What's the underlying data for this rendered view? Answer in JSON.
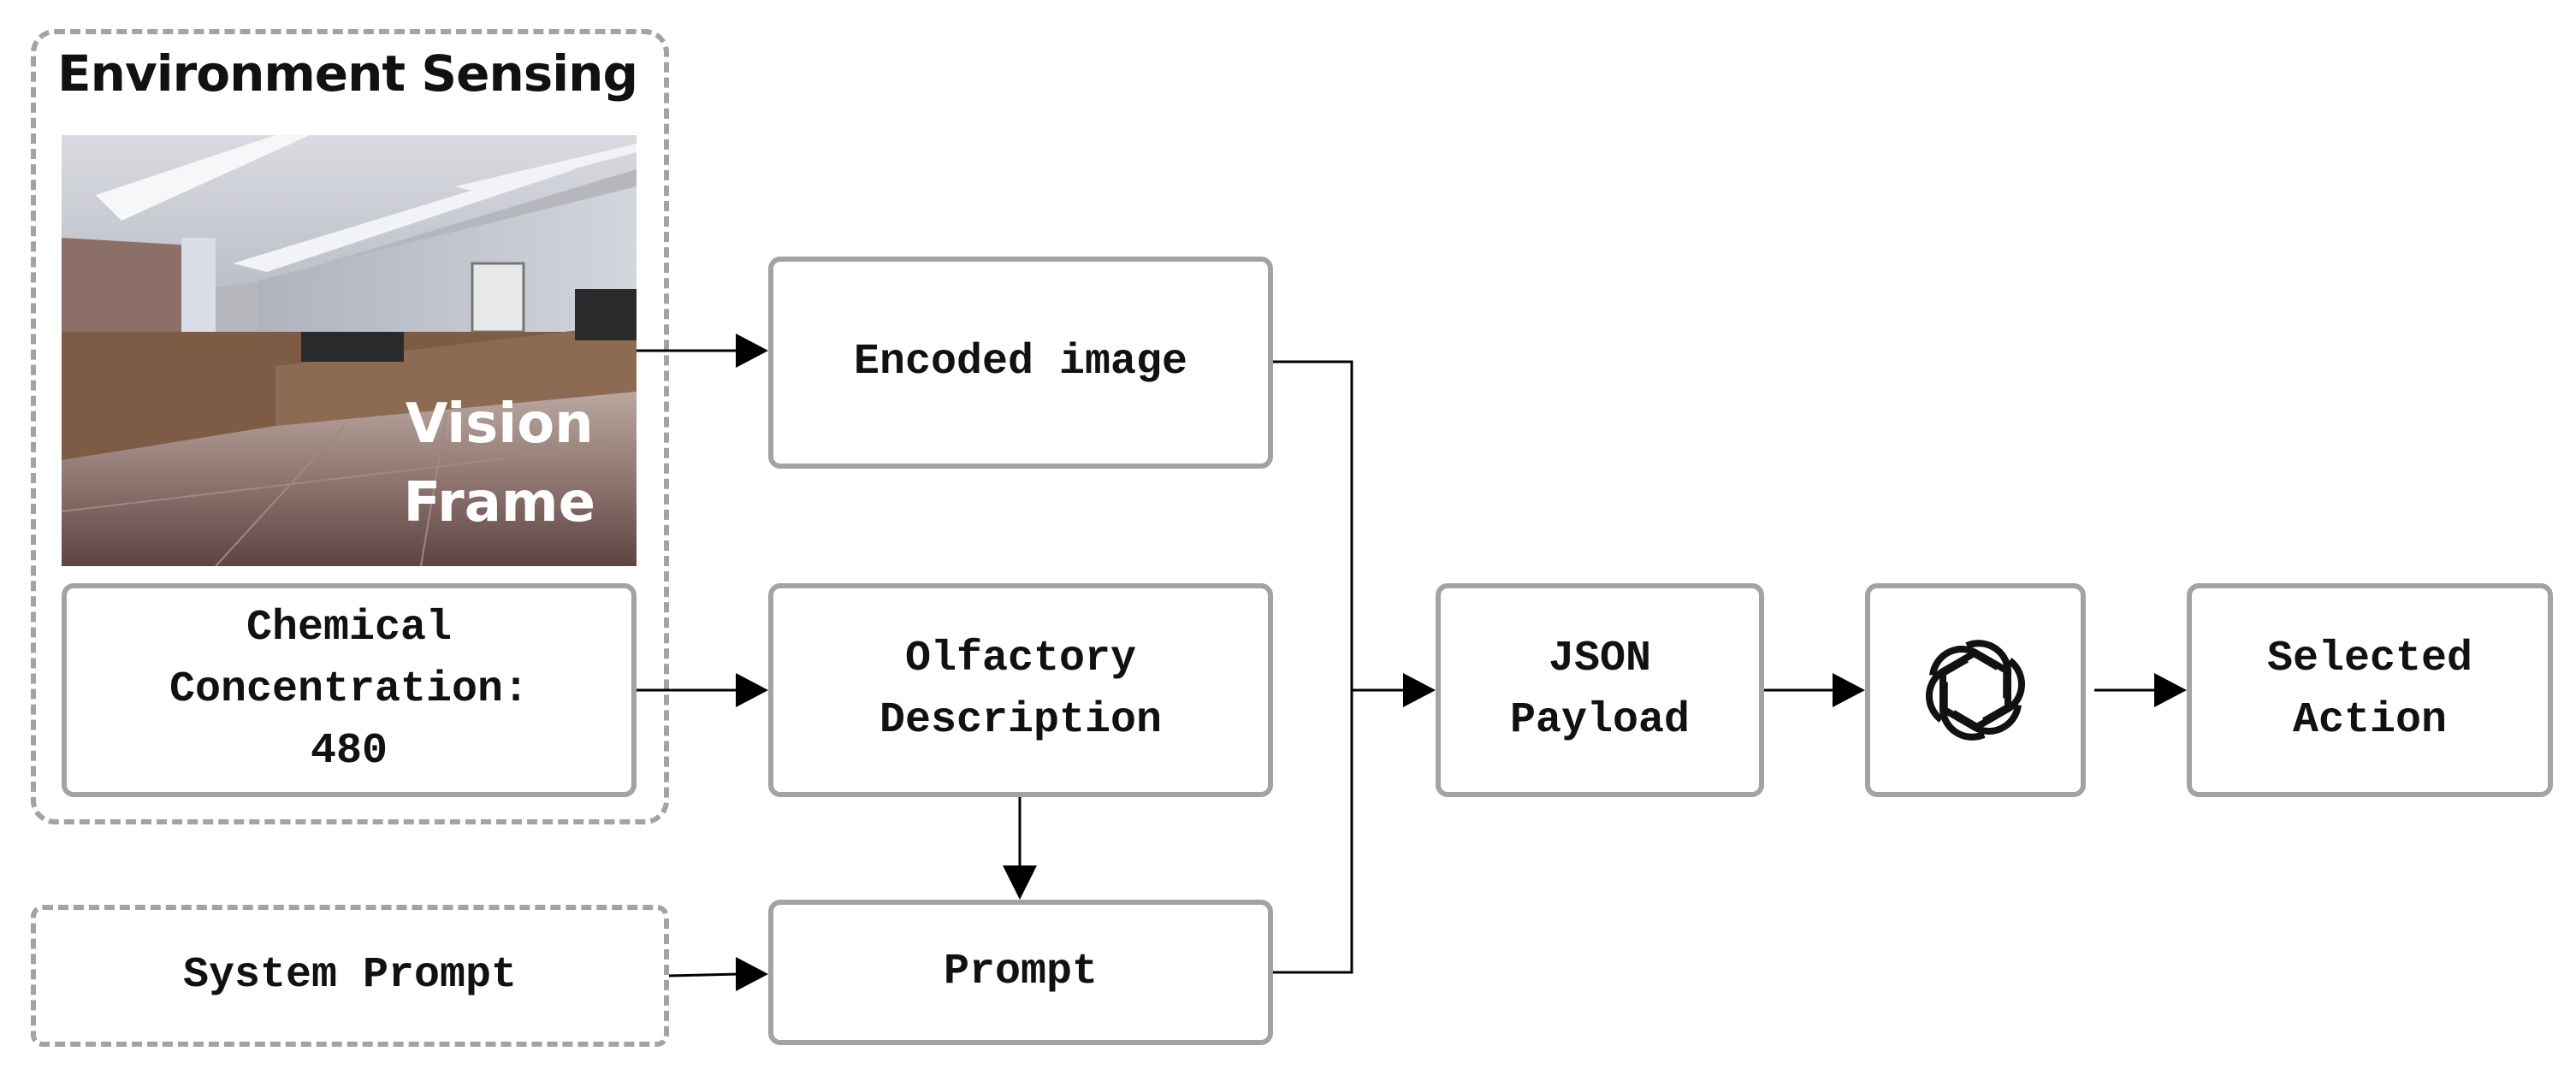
{
  "environment": {
    "title": "Environment Sensing",
    "vision_caption": "Vision\nFrame",
    "chemical_label": "Chemical\nConcentration:\n480"
  },
  "nodes": {
    "encoded_image": "Encoded image",
    "olfactory_description": "Olfactory\nDescription",
    "prompt": "Prompt",
    "system_prompt": "System Prompt",
    "json_payload": "JSON\nPayload",
    "model_icon": "openai-logo-icon",
    "selected_action": "Selected\nAction"
  },
  "colors": {
    "box_border": "#a3a3a3",
    "arrow": "#000000"
  }
}
